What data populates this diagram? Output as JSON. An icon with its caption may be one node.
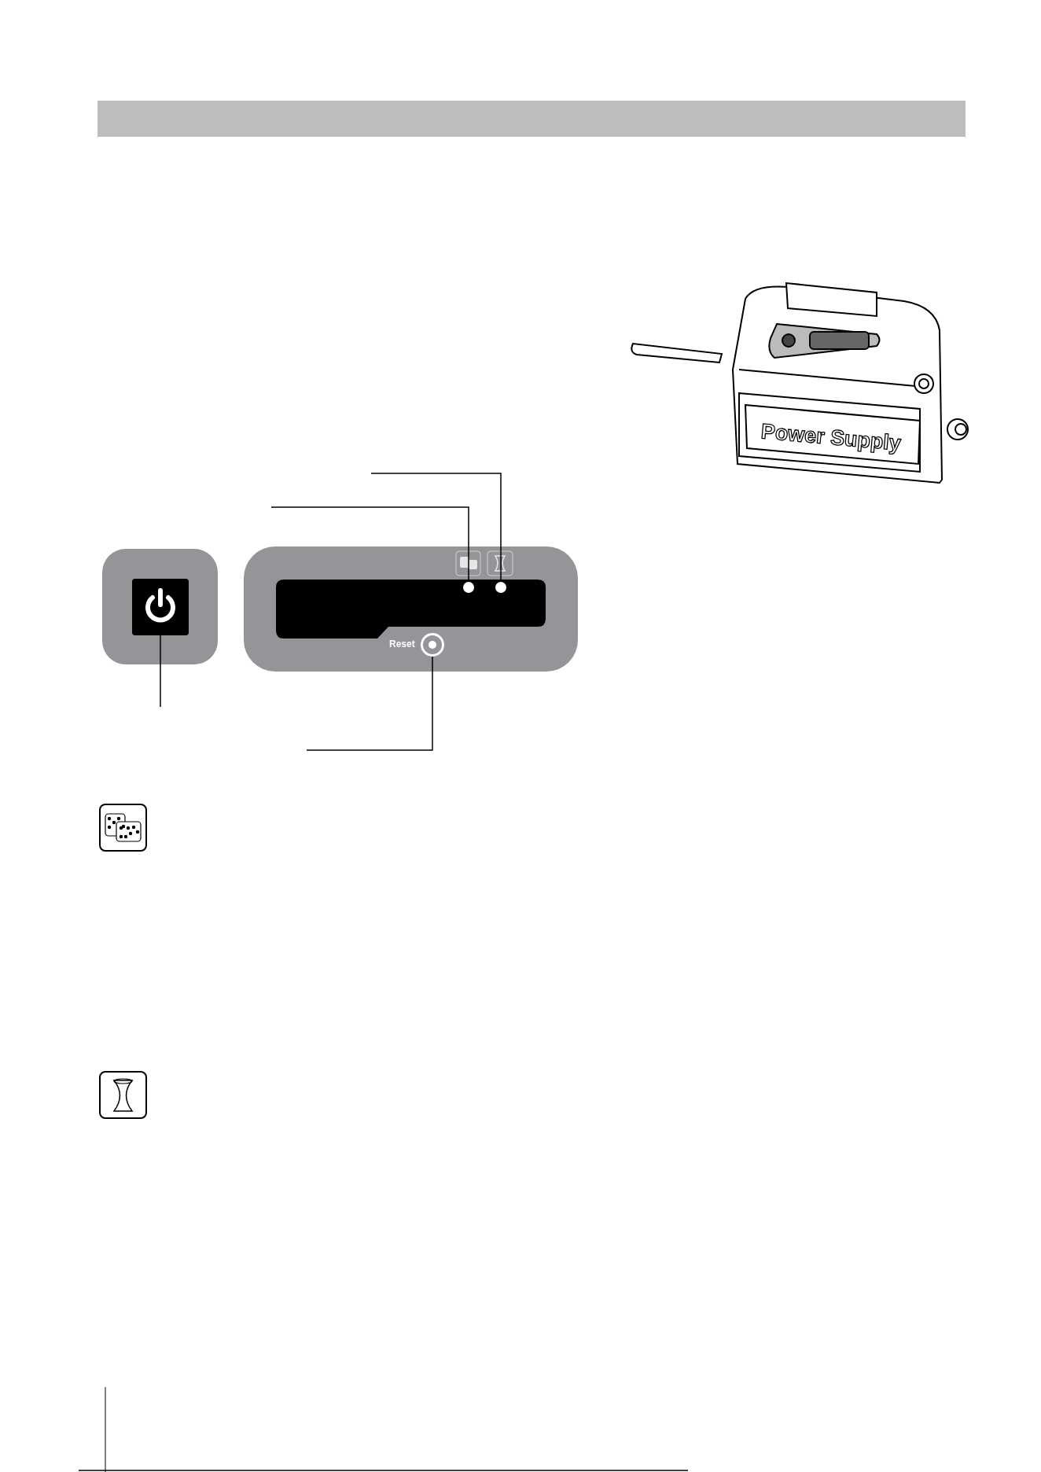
{
  "diagram": {
    "nodes": [
      {
        "text": [],
        "shape": "box"
      },
      {
        "text": [],
        "shape": "circle"
      },
      {
        "text": [],
        "shape": "circle"
      },
      {
        "text": [],
        "shape": "circle",
        "beside": [
          "Reset"
        ]
      }
    ],
    "edges": [
      {
        "from": null,
        "to": 0,
        "arrow": "none"
      },
      {
        "from": null,
        "to": 1,
        "arrow": "none"
      },
      {
        "from": null,
        "to": 2,
        "arrow": "none"
      },
      {
        "from": null,
        "to": 3,
        "arrow": "none"
      }
    ],
    "labels": [
      "Power Supply"
    ]
  }
}
